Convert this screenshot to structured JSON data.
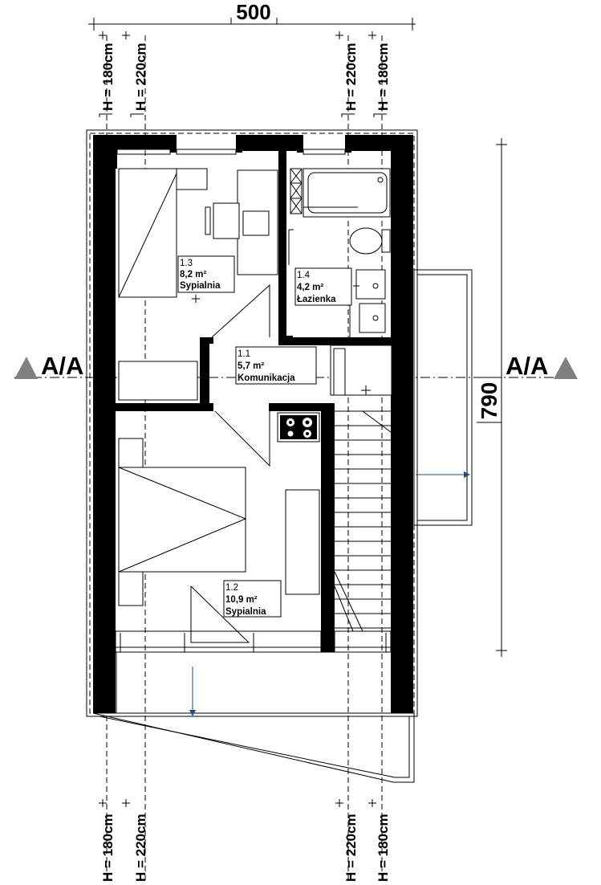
{
  "dimensions": {
    "width_label": "500",
    "depth_label": "790"
  },
  "section_marker": {
    "left_label": "A/A",
    "right_label": "A/A",
    "triangle_color": "#808080"
  },
  "height_lines": {
    "top": [
      "H = 180cm",
      "H = 220cm",
      "H = 220cm",
      "H = 180cm"
    ],
    "bottom": [
      "H = 180cm",
      "H = 220cm",
      "H = 220cm",
      "H = 180cm"
    ]
  },
  "rooms": [
    {
      "id": "room-1-3",
      "number": "1.3",
      "area": "8,2 m²",
      "name": "Sypialnia"
    },
    {
      "id": "room-1-4",
      "number": "1.4",
      "area": "4,2 m²",
      "name": "Łazienka"
    },
    {
      "id": "room-1-1",
      "number": "1.1",
      "area": "5,7 m²",
      "name": "Komunikacja"
    },
    {
      "id": "room-1-2",
      "number": "1.2",
      "area": "10,9 m²",
      "name": "Sypialnia"
    }
  ],
  "colors": {
    "wall": "#000000",
    "arrow": "#1f4e79"
  }
}
